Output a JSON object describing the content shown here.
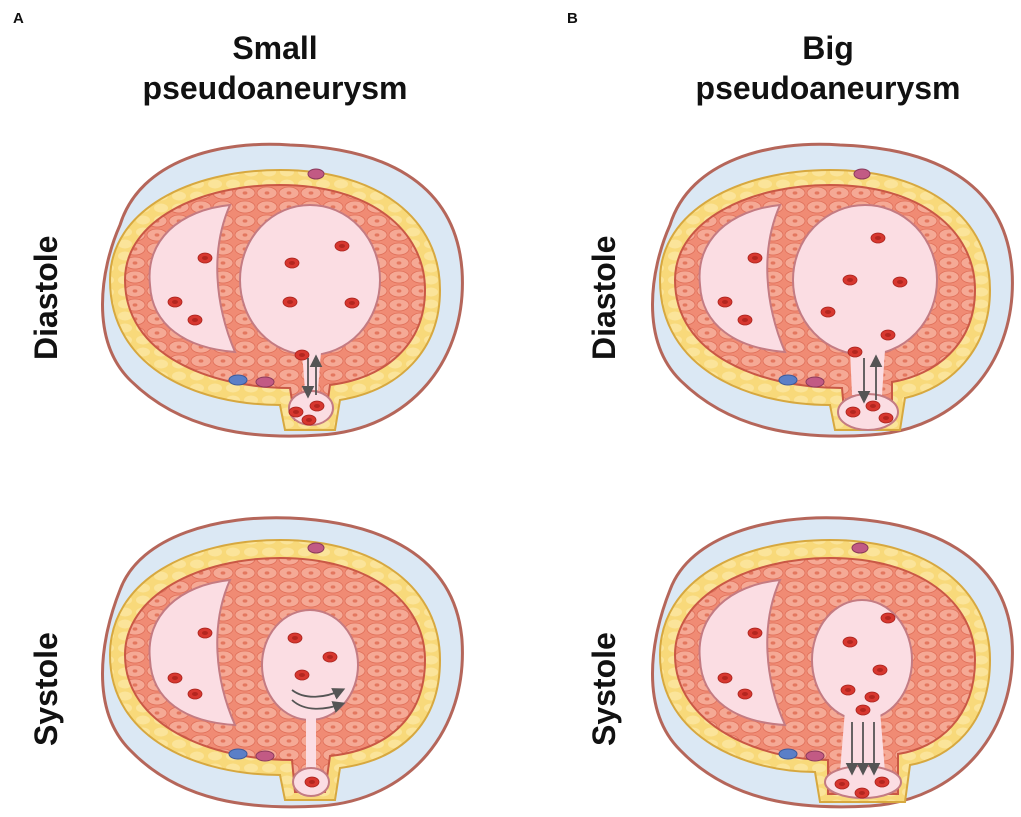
{
  "panels": [
    {
      "letter": "A",
      "title_line1": "Small",
      "title_line2": "pseudoaneurysm"
    },
    {
      "letter": "B",
      "title_line1": "Big",
      "title_line2": "pseudoaneurysm"
    }
  ],
  "rows": [
    {
      "label": "Diastole"
    },
    {
      "label": "Systole"
    }
  ],
  "colors": {
    "outer_tissue": "#dbe8f4",
    "outer_border": "#b5665a",
    "fat_layer": "#f8d97a",
    "muscle": "#f08b74",
    "muscle_cell": "#f5a995",
    "lumen": "#fbdde3",
    "rbc": "#d7372f",
    "arrow": "#555555"
  }
}
